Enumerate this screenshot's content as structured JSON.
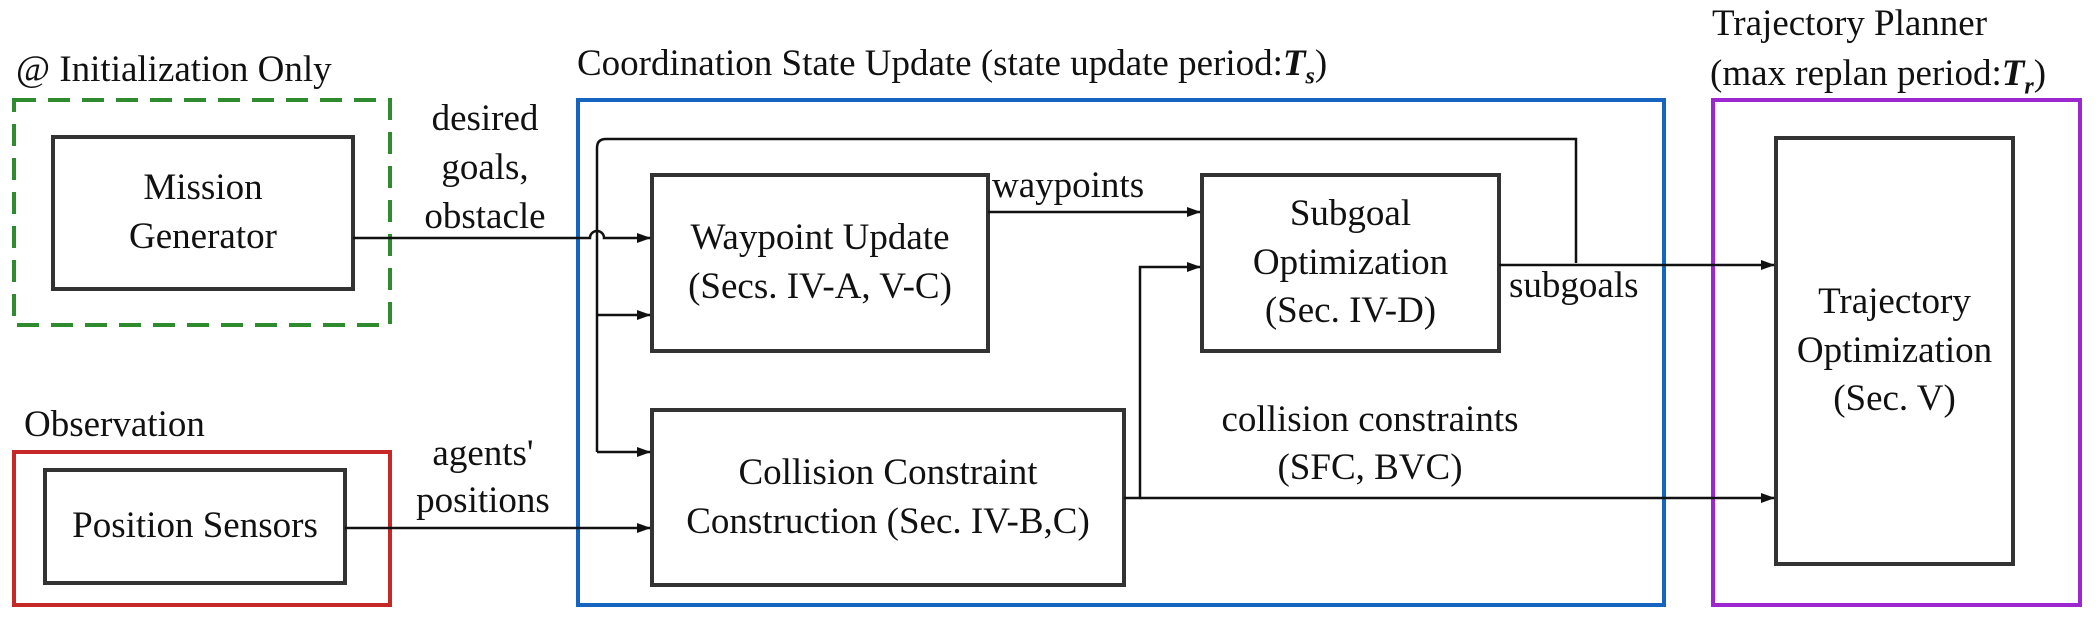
{
  "colors": {
    "init_group": "#2e8b2e",
    "observation_group": "#c62828",
    "coordination_group": "#1565c0",
    "planner_group": "#9c27d0",
    "box_border": "#333333",
    "line": "#111111"
  },
  "groups": {
    "initialization": {
      "title": "@ Initialization Only"
    },
    "observation": {
      "title": "Observation"
    },
    "coordination": {
      "title": "Coordination State Update (state update period:",
      "symbol": "T",
      "subscript": "s",
      "suffix": ")"
    },
    "planner": {
      "title_line1": "Trajectory Planner",
      "title_line2": "(max replan period:",
      "symbol": "T",
      "subscript": "r",
      "suffix": ")"
    }
  },
  "blocks": {
    "mission_generator": {
      "line1": "Mission",
      "line2": "Generator"
    },
    "position_sensors": {
      "line1": "Position Sensors"
    },
    "waypoint_update": {
      "line1": "Waypoint Update",
      "line2": "(Secs. IV-A, V-C)"
    },
    "collision_constraint": {
      "line1": "Collision Constraint",
      "line2": "Construction (Sec. IV-B,C)"
    },
    "subgoal_optimization": {
      "line1": "Subgoal",
      "line2": "Optimization",
      "line3": "(Sec. IV-D)"
    },
    "trajectory_optimization": {
      "line1": "Trajectory",
      "line2": "Optimization",
      "line3": "(Sec. V)"
    }
  },
  "edges": {
    "desired_goals": {
      "line1": "desired",
      "line2": "goals,",
      "line3": "obstacle"
    },
    "agents_positions": {
      "line1": "agents'",
      "line2": "positions"
    },
    "waypoints": {
      "label": "waypoints"
    },
    "subgoals": {
      "label": "subgoals"
    },
    "collision_constraints": {
      "line1": "collision constraints",
      "line2": "(SFC, BVC)"
    }
  }
}
